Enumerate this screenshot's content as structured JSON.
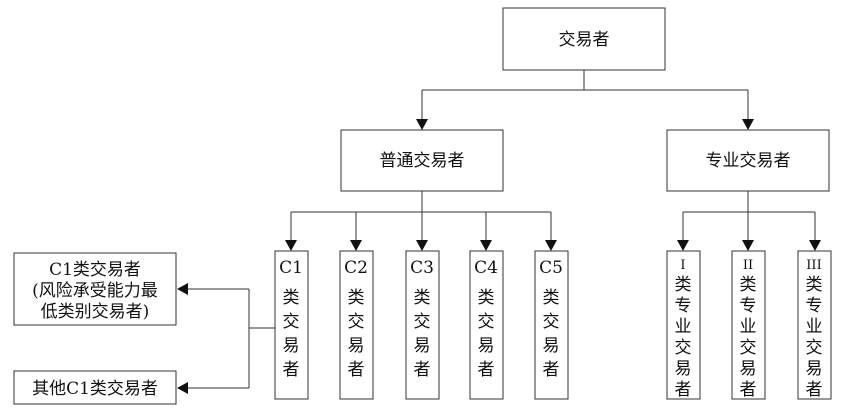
{
  "root": {
    "label": "交易者"
  },
  "ordinary": {
    "label": "普通交易者",
    "classes": [
      {
        "code": "C1",
        "chars": [
          "类",
          "交",
          "易",
          "者"
        ]
      },
      {
        "code": "C2",
        "chars": [
          "类",
          "交",
          "易",
          "者"
        ]
      },
      {
        "code": "C3",
        "chars": [
          "类",
          "交",
          "易",
          "者"
        ]
      },
      {
        "code": "C4",
        "chars": [
          "类",
          "交",
          "易",
          "者"
        ]
      },
      {
        "code": "C5",
        "chars": [
          "类",
          "交",
          "易",
          "者"
        ]
      }
    ]
  },
  "professional": {
    "label": "专业交易者",
    "classes": [
      {
        "code": "I",
        "chars": [
          "类",
          "专",
          "业",
          "交",
          "易",
          "者"
        ]
      },
      {
        "code": "II",
        "chars": [
          "类",
          "专",
          "业",
          "交",
          "易",
          "者"
        ]
      },
      {
        "code": "III",
        "chars": [
          "类",
          "专",
          "业",
          "交",
          "易",
          "者"
        ]
      }
    ]
  },
  "c1_subclasses": [
    {
      "lines": [
        "C1类交易者",
        "(风险承受能力最",
        "低类别交易者)"
      ]
    },
    {
      "lines": [
        "其他C1类交易者"
      ]
    }
  ]
}
